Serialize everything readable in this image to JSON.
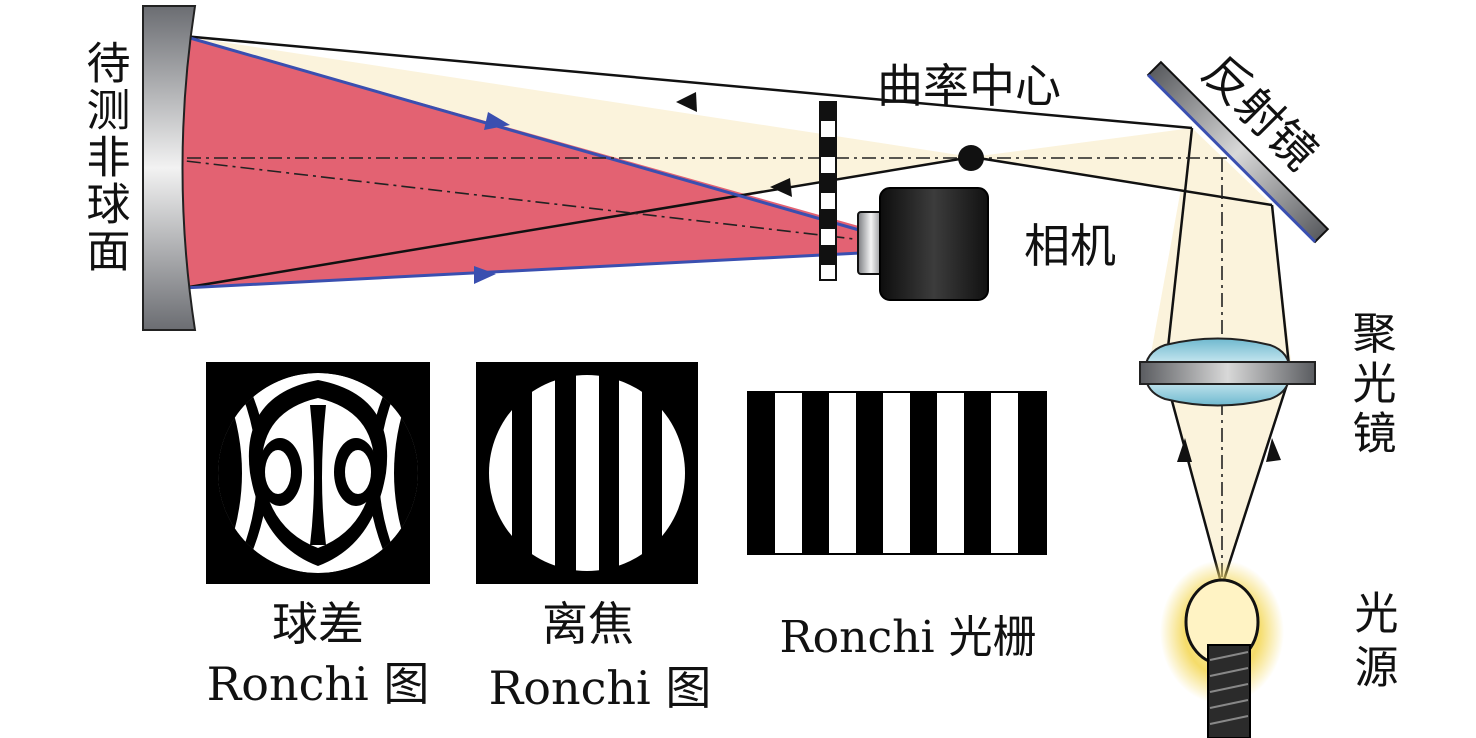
{
  "labels": {
    "mirror_under_test": "待测非球面",
    "center_of_curvature": "曲率中心",
    "reflector": "反射镜",
    "camera": "相机",
    "condenser": "聚光镜",
    "light_source": "光源"
  },
  "patterns": {
    "spherical": {
      "line1": "球差",
      "line2": "Ronchi 图"
    },
    "defocus": {
      "line1": "离焦",
      "line2": "Ronchi 图"
    },
    "grating": {
      "line1": "Ronchi 光栅"
    }
  },
  "colors": {
    "beam_fill": "#fbf3dc",
    "cone_fill": "#e25a6b",
    "ray_blue": "#3a4fb0",
    "mirror_gray": "#8a8c90",
    "lens_blue": "#9fd6e6",
    "camera_black": "#1e1e1e",
    "glow_yellow": "#f2d15a"
  }
}
